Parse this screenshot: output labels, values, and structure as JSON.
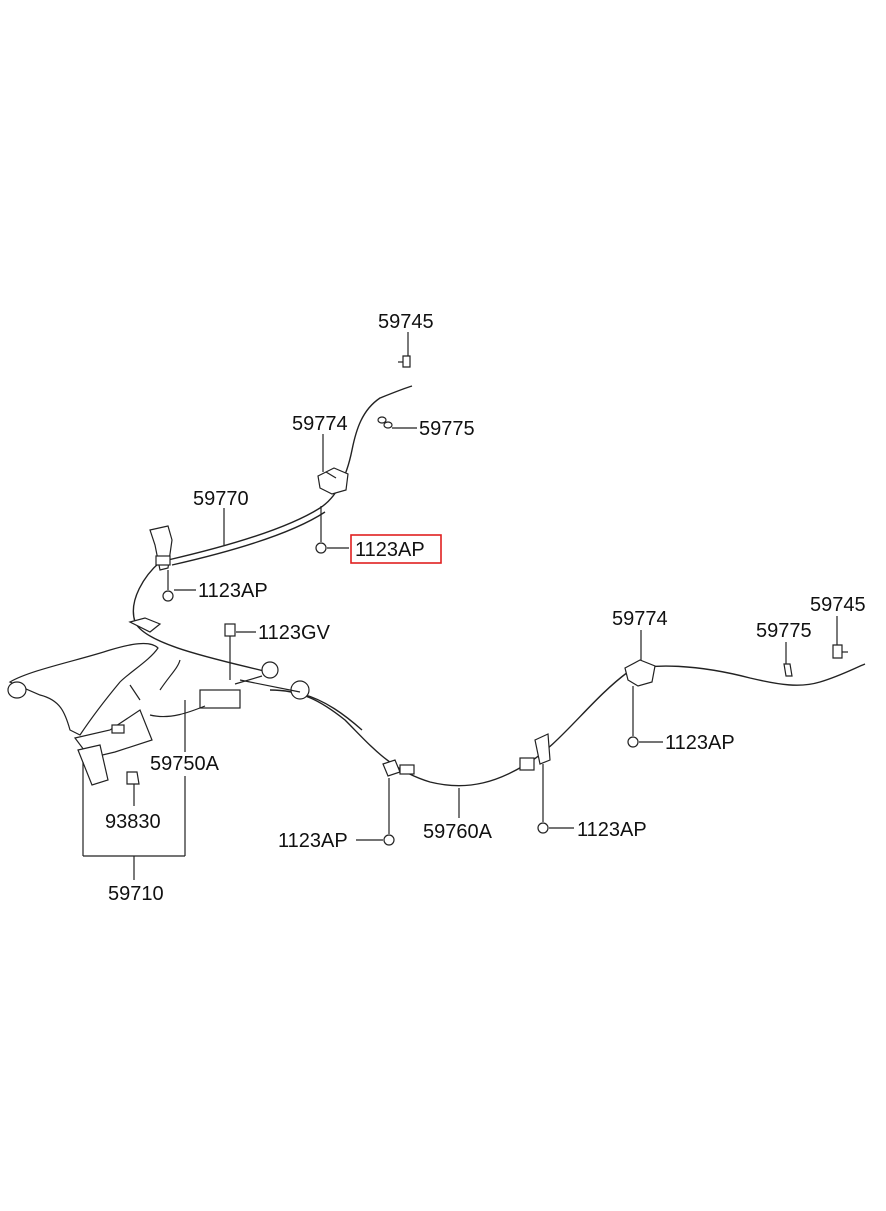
{
  "labels": {
    "l_59745_top": "59745",
    "l_59774_top": "59774",
    "l_59775_top": "59775",
    "l_59770": "59770",
    "l_1123AP_highlight": "1123AP",
    "l_1123AP_left": "1123AP",
    "l_1123GV": "1123GV",
    "l_59750A": "59750A",
    "l_93830": "93830",
    "l_59710": "59710",
    "l_1123AP_bottom_left": "1123AP",
    "l_59760A": "59760A",
    "l_1123AP_bottom_right": "1123AP",
    "l_59774_right": "59774",
    "l_59775_right": "59775",
    "l_59745_right": "59745",
    "l_1123AP_right": "1123AP"
  },
  "highlight": {
    "part": "1123AP",
    "color": "#e02020"
  }
}
